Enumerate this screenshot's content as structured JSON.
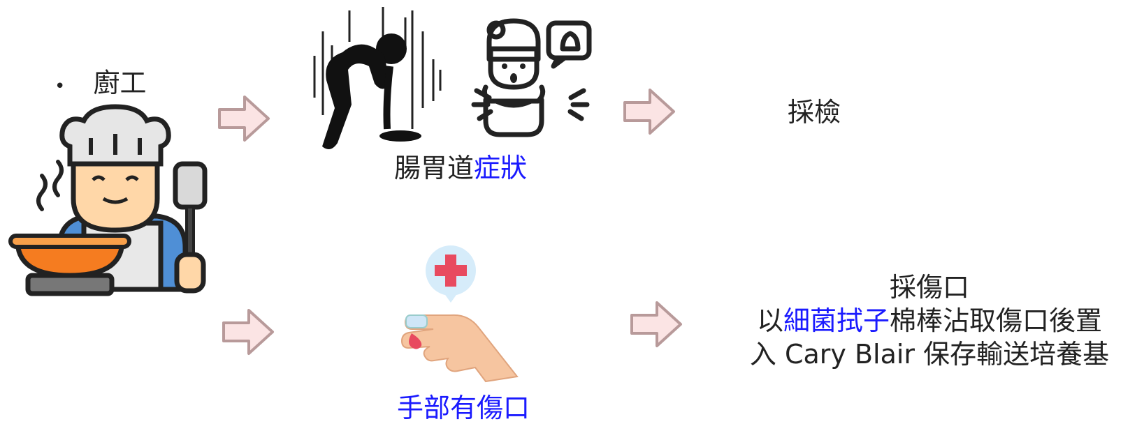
{
  "bullet": {
    "mark": "•",
    "label": "廚工"
  },
  "symptom": {
    "prefix": "腸胃道",
    "highlight": "症狀"
  },
  "wound": {
    "label": "手部有傷口"
  },
  "sampling_stool": {
    "label": "採檢"
  },
  "sampling_wound": {
    "title": "採傷口",
    "line1_prefix": "以",
    "line1_highlight": "細菌拭子",
    "line1_suffix": "棉棒沾取傷口後置",
    "line2": "入 Cary Blair 保存輸送培養基"
  },
  "icons": {
    "chef": "chef-cooking-icon",
    "vomit": "vomiting-person-icon",
    "stomachache": "stomach-ache-person-icon",
    "injured_hand": "injured-finger-bandage-icon",
    "arrow": "right-arrow-icon"
  },
  "colors": {
    "highlight": "#1a1aff",
    "arrow_fill": "#fbe4e4",
    "arrow_stroke": "#b89a9a"
  }
}
